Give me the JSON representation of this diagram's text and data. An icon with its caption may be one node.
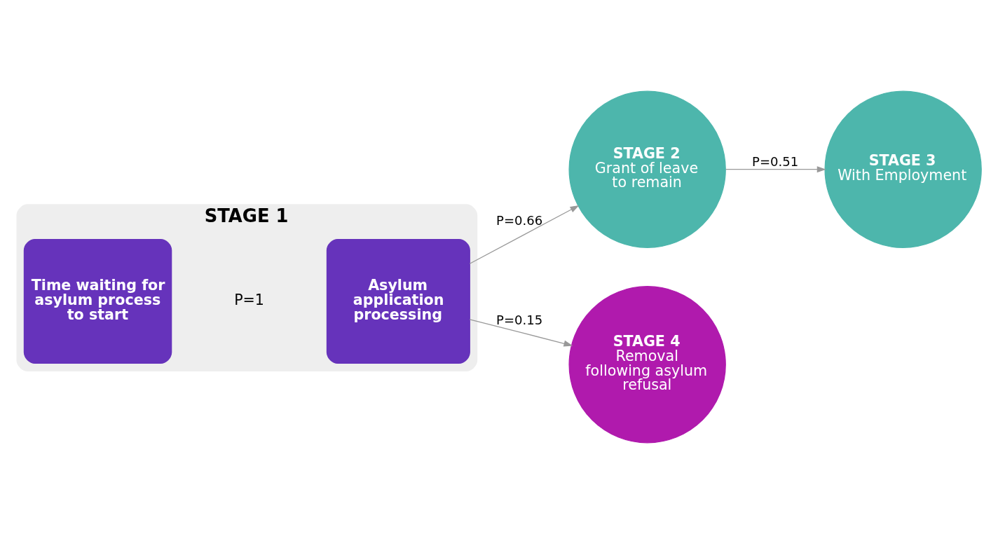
{
  "diagram": {
    "nodes": [
      {
        "text": [
          "STAGE 1"
        ]
      },
      {
        "text": [
          "Time waiting for asylum process to start"
        ],
        "in": 0
      },
      {
        "text": [
          "Asylum application processing"
        ],
        "in": 0
      },
      {
        "text": [
          "STAGE 2",
          "Grant of leave to remain"
        ]
      },
      {
        "text": [
          "STAGE 3",
          "With Employment"
        ]
      },
      {
        "text": [
          "STAGE 4",
          "Removal following asylum refusal"
        ]
      }
    ],
    "edges": [
      {
        "from": 2,
        "to": 3,
        "arrow": "to",
        "label": "P=0.66"
      },
      {
        "from": 3,
        "to": 4,
        "arrow": "to",
        "label": "P=0.51"
      },
      {
        "from": 2,
        "to": 5,
        "arrow": "to",
        "label": "P=0.15"
      }
    ],
    "labels": [
      "P=1"
    ]
  }
}
